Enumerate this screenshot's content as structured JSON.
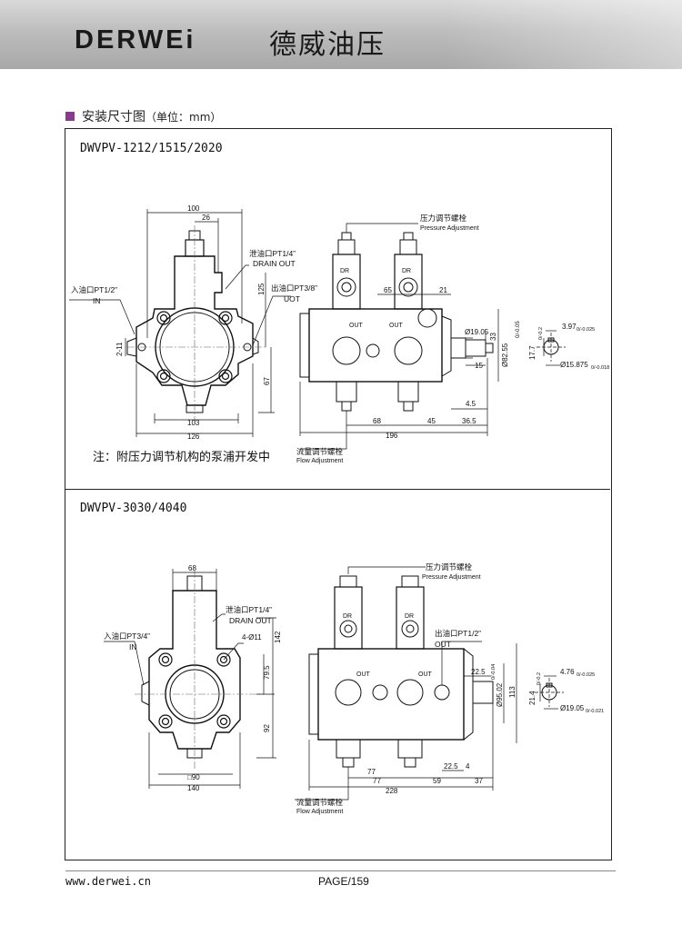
{
  "header": {
    "brand": "DERWEi",
    "brand_cn": "德威油压"
  },
  "section": {
    "title": "安装尺寸图",
    "unit": "（单位：mm）"
  },
  "drawing1": {
    "model": "DWVPV-1212/1515/2020",
    "note": "注：附压力调节机构的泵浦开发中",
    "labels": {
      "pressure_cn": "压力调节螺栓",
      "pressure_en": "Pressure Adjustment",
      "flow_cn": "流量调节螺栓",
      "flow_en": "Flow Adjustment",
      "drain": "泄油口PT1/4”",
      "drain_out": "DRAIN OUT",
      "inlet": "入油口PT1/2”",
      "inlet_in": "IN",
      "outlet": "出油口PT3/8”",
      "outlet_out": "UOT",
      "dr": "DR",
      "out": "OUT"
    },
    "dims": {
      "d100": "100",
      "d26": "26",
      "d125": "125",
      "d211": "2-11",
      "d67": "67",
      "d103": "103",
      "d126": "126",
      "d65": "65",
      "d21": "21",
      "d1905": "Ø19.05",
      "d33": "33",
      "d8255": "Ø82.55",
      "d8255_tol": "0/-0.05",
      "d15": "15",
      "d45a": "4.5",
      "d68": "68",
      "d45": "45",
      "d365": "36.5",
      "d196": "196",
      "d397": "3.97",
      "d397_tol": "0/-0.025",
      "d177": "17.7",
      "d177_tol": "0/-0.2",
      "d15875": "Ø15.875",
      "d15875_tol": "0/-0.018"
    }
  },
  "drawing2": {
    "model": "DWVPV-3030/4040",
    "labels": {
      "pressure_cn": "压力调节螺栓",
      "pressure_en": "Pressure Adjustment",
      "flow_cn": "流量调节螺栓",
      "flow_en": "Flow Adjustment",
      "drain": "泄油口PT1/4”",
      "drain_out": "DRAIN OUT",
      "inlet": "入油口PT3/4”",
      "inlet_in": "IN",
      "outlet": "出油口PT1/2”",
      "outlet_out": "OUT",
      "dr": "DR",
      "out": "OUT"
    },
    "dims": {
      "d68": "68",
      "d4011": "4-Ø11",
      "d142": "142",
      "d795": "79.5",
      "d92": "92",
      "d90": "□90",
      "d140": "140",
      "d225a": "22.5",
      "d9502": "Ø95.02",
      "d9502_tol": "0/-0.04",
      "d113": "113",
      "d77a": "77",
      "d225b": "22.5",
      "d4": "4",
      "d77b": "77",
      "d59": "59",
      "d37": "37",
      "d228": "228",
      "d476": "4.76",
      "d476_tol": "0/-0.025",
      "d214": "21.4",
      "d214_tol": "0/-0.2",
      "d1905": "Ø19.05",
      "d1905_tol": "0/-0.021"
    }
  },
  "footer": {
    "url": "www.derwei.cn",
    "page": "PAGE/159"
  }
}
